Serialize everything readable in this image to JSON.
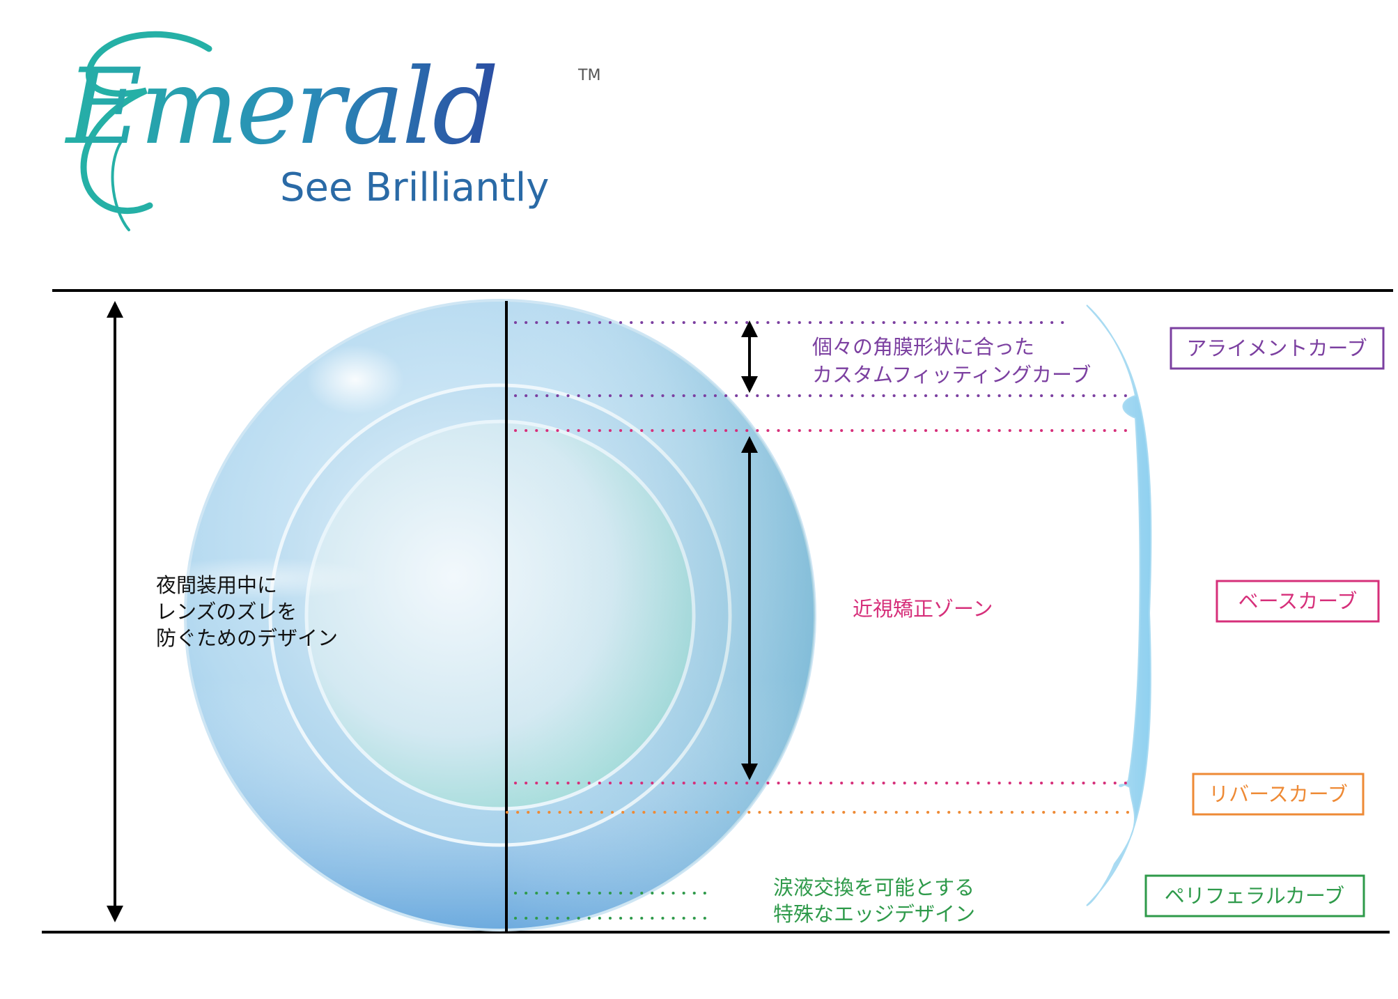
{
  "logo": {
    "name": "Emerald",
    "trademark": "TM",
    "tagline": "See Brilliantly"
  },
  "colors": {
    "alignment": "#7b3fa0",
    "base": "#d62f7a",
    "reverse": "#ee8a35",
    "peripheral": "#2e9a4a",
    "outline": "#000000",
    "logo_teal": "#2aa9a5",
    "logo_blue": "#2b5aa6"
  },
  "annotations": {
    "alignment_desc_line1": "個々の角膜形状に合った",
    "alignment_desc_line2": "カスタムフィッティングカーブ",
    "base_desc": "近視矯正ゾーン",
    "peripheral_desc_line1": "涙液交換を可能とする",
    "peripheral_desc_line2": "特殊なエッジデザイン",
    "overall_desc_line1": "夜間装用中に",
    "overall_desc_line2": "レンズのズレを",
    "overall_desc_line3": "防ぐためのデザイン"
  },
  "curves": {
    "alignment": "アライメントカーブ",
    "base": "ベースカーブ",
    "reverse": "リバースカーブ",
    "peripheral": "ペリフェラルカーブ"
  }
}
